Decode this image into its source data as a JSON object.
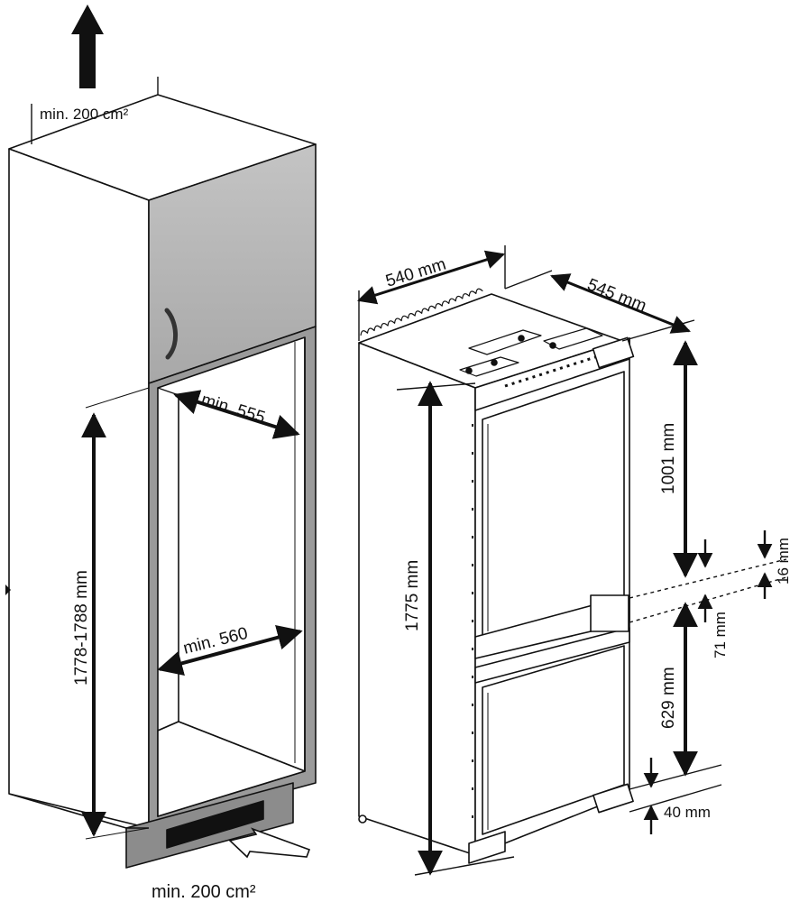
{
  "cabinet": {
    "top_vent": "min. 200 cm²",
    "bottom_vent": "min. 200 cm²",
    "inner_width_top": "min. 555",
    "inner_width_mid": "min. 560",
    "niche_height": "1778-1788 mm"
  },
  "appliance": {
    "width": "540 mm",
    "depth": "545 mm",
    "height": "1775 mm",
    "upper_door": "1001 mm",
    "lower_door": "629 mm",
    "gap_top": "16 mm",
    "gap_mid": "71 mm",
    "bottom_gap": "40 mm"
  },
  "colors": {
    "line": "#111111",
    "cabinet_door": "#b4b4b4",
    "plinth": "#8c8c8c",
    "frame": "#9a9a9a"
  }
}
